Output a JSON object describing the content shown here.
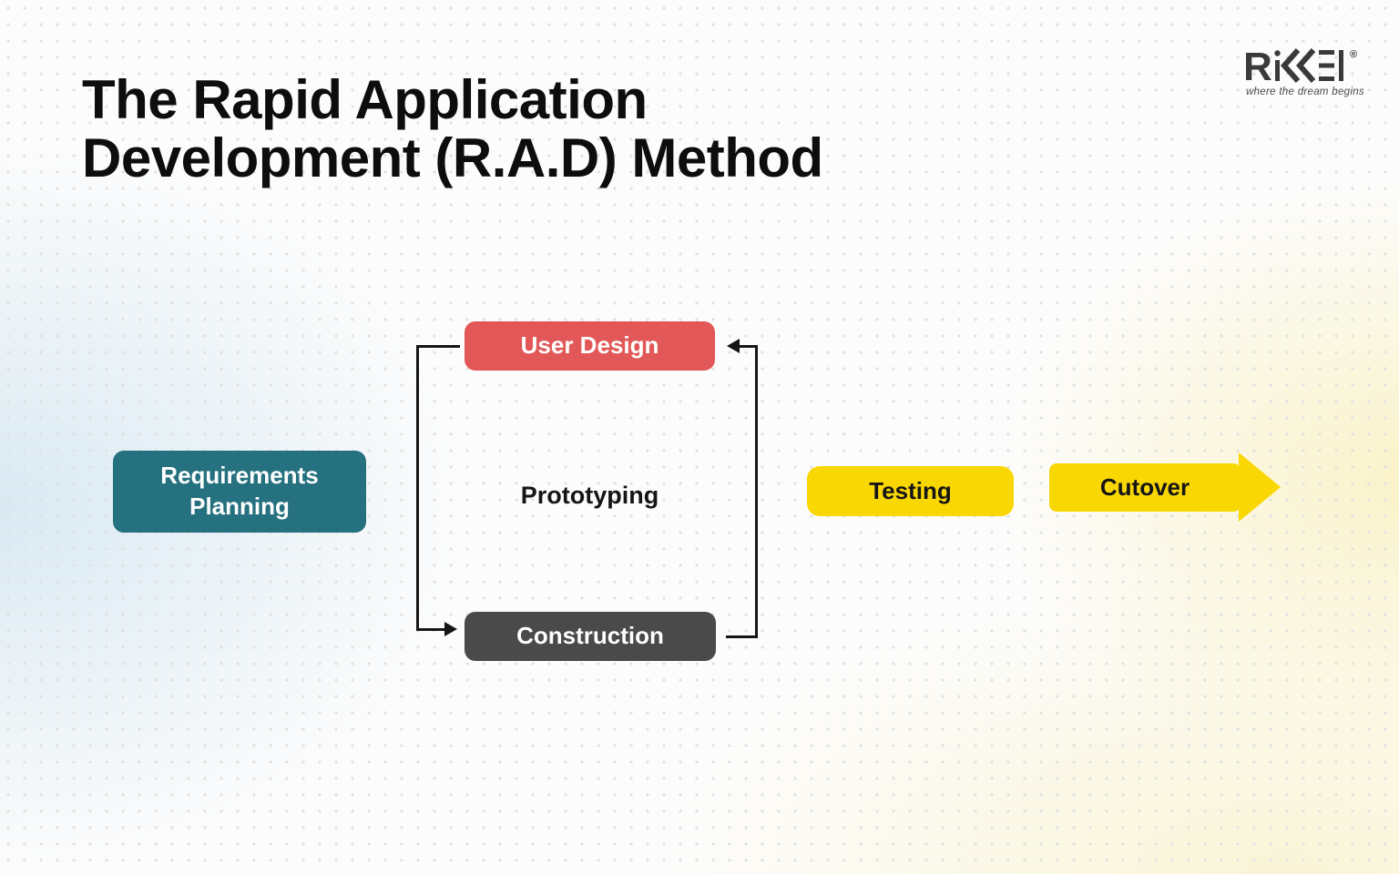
{
  "slide": {
    "title_line1": "The Rapid Application",
    "title_line2": "Development (R.A.D) Method"
  },
  "logo": {
    "brand": "RiKKEI",
    "letter_r": "R",
    "registered": "®",
    "tagline": "where the dream begins"
  },
  "diagram": {
    "nodes": [
      {
        "id": "requirements-planning",
        "label": "Requirements Planning",
        "shape": "rounded-rect",
        "color": "#26717F",
        "text_color": "#FFFFFF"
      },
      {
        "id": "user-design",
        "label": "User Design",
        "shape": "rounded-rect",
        "color": "#E25858",
        "text_color": "#FFFFFF"
      },
      {
        "id": "prototyping",
        "label": "Prototyping",
        "shape": "text-only",
        "color": "none",
        "text_color": "#151515"
      },
      {
        "id": "construction",
        "label": "Construction",
        "shape": "rounded-rect",
        "color": "#4A4A4A",
        "text_color": "#FFFFFF"
      },
      {
        "id": "testing",
        "label": "Testing",
        "shape": "rounded-rect",
        "color": "#F9D703",
        "text_color": "#151515"
      },
      {
        "id": "cutover",
        "label": "Cutover",
        "shape": "arrow-right",
        "color": "#F9D703",
        "text_color": "#151515"
      }
    ],
    "edges": [
      {
        "from": "user-design",
        "to": "construction",
        "side": "left",
        "arrowhead": "points-right-into-construction"
      },
      {
        "from": "construction",
        "to": "user-design",
        "side": "right",
        "arrowhead": "points-left-into-user-design"
      }
    ],
    "edge_color": "#151515"
  },
  "background": {
    "dot_color": "#E0E0E0",
    "left_tint": "#BDDAEB",
    "right_tint": "#FAF2C6"
  }
}
